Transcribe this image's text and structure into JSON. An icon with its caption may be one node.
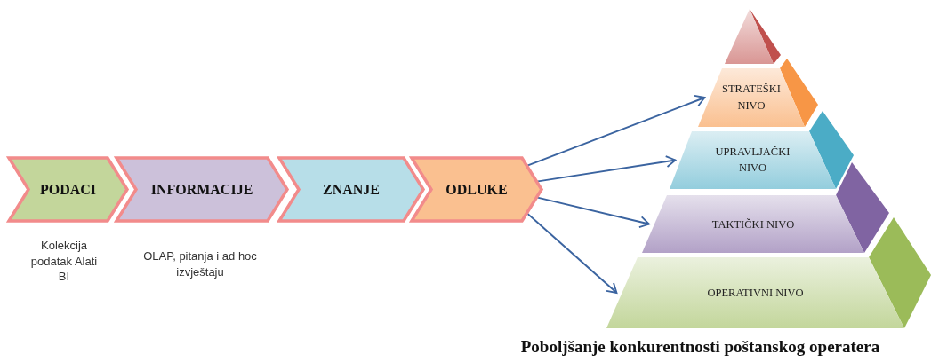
{
  "diagram": {
    "caption": "Poboljšanje konkurentnosti poštanskog operatera",
    "nodes": [
      {
        "text": [
          "PODACI"
        ],
        "beside": [
          "Kolekcija podatak Alati BI"
        ]
      },
      {
        "text": [
          "INFORMACIJE"
        ],
        "beside": [
          "OLAP, pitanja i ad hoc izvještaju"
        ]
      },
      {
        "text": [
          "ZNANJE"
        ]
      },
      {
        "text": [
          "ODLUKE"
        ]
      },
      {
        "text": [],
        "shape": "triangle"
      },
      {
        "text": [
          "STRATEŠKI NIVO"
        ]
      },
      {
        "text": [
          "UPRAVLJAČKI NIVO"
        ]
      },
      {
        "text": [
          "TAKTIČKI NIVO"
        ]
      },
      {
        "text": [
          "OPERATIVNI NIVO"
        ]
      }
    ],
    "edges": [
      {
        "from": 3,
        "to": 5,
        "arrow": "to"
      },
      {
        "from": 3,
        "to": 6,
        "arrow": "to"
      },
      {
        "from": 3,
        "to": 7,
        "arrow": "to"
      },
      {
        "from": 3,
        "to": 8,
        "arrow": "to"
      }
    ]
  }
}
